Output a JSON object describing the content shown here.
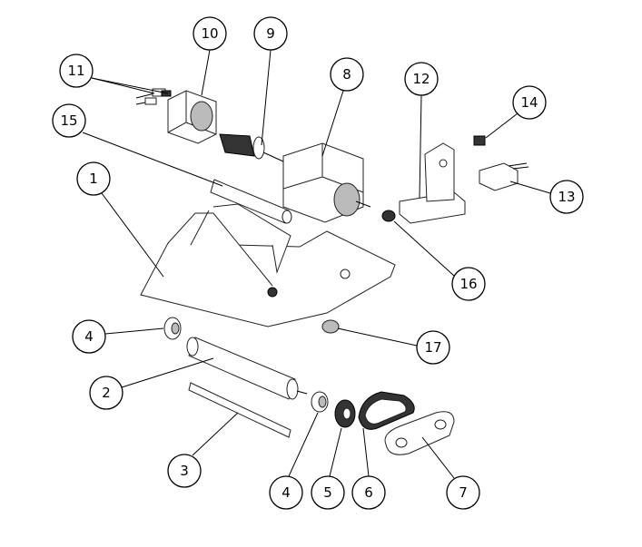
{
  "diagram": {
    "type": "exploded-parts-view",
    "callouts": [
      "1",
      "2",
      "3",
      "4",
      "4",
      "5",
      "6",
      "7",
      "8",
      "9",
      "10",
      "11",
      "12",
      "13",
      "14",
      "15",
      "16",
      "17"
    ]
  }
}
